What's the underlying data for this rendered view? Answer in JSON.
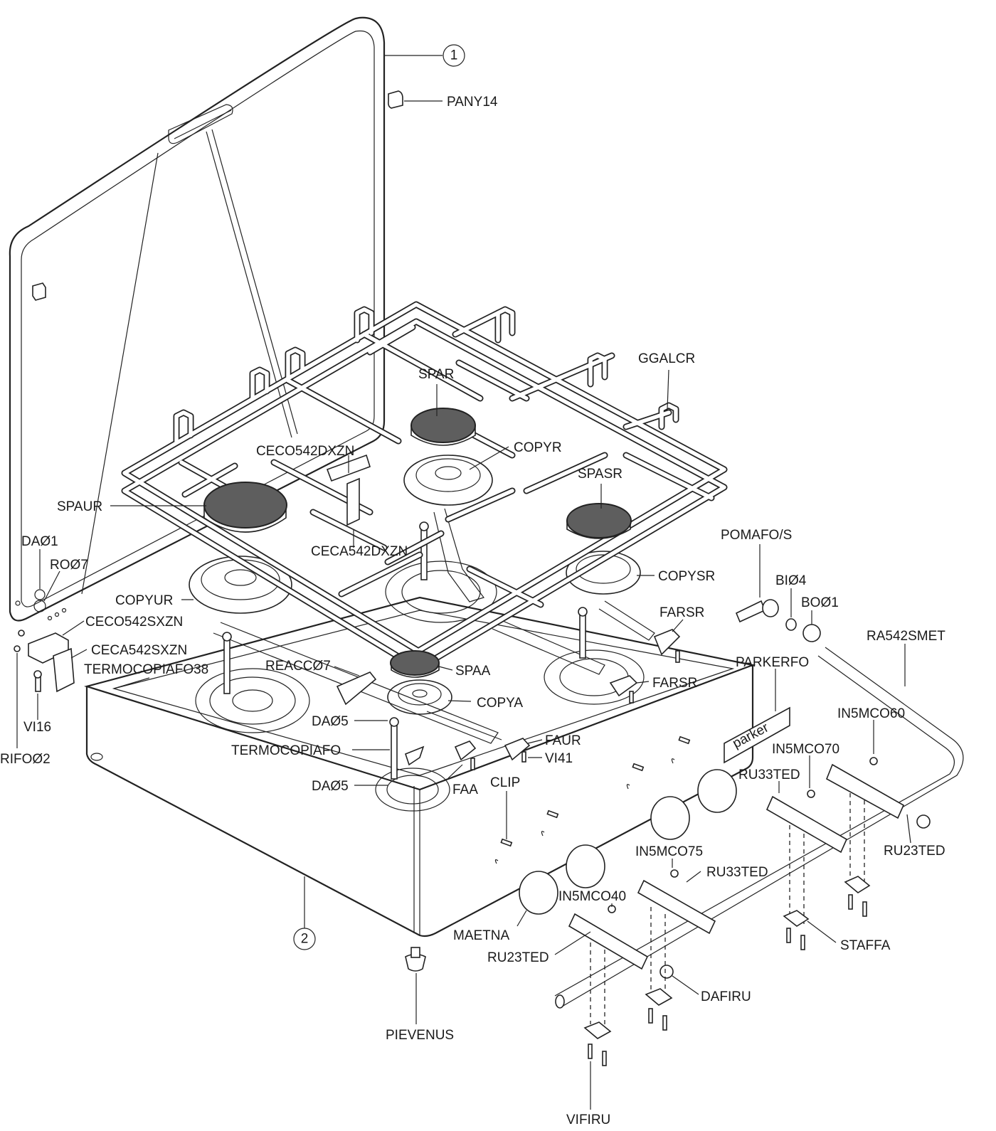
{
  "callouts": [
    "1",
    "2"
  ],
  "labels": {
    "pany14": "PANY14",
    "ggalcr": "GGALCR",
    "spar": "SPAR",
    "copyr": "COPYR",
    "ceco542dxzn": "CECO542DXZN",
    "spasr": "SPASR",
    "spaur": "SPAUR",
    "ceca542dxzn": "CECA542DXZN",
    "da1": "DAØ1",
    "ro7": "ROØ7",
    "copyur": "COPYUR",
    "copysr": "COPYSR",
    "pomafo": "POMAFO/S",
    "bi4": "BIØ4",
    "bo1": "BOØ1",
    "farsr_top": "FARSR",
    "ceco542sxzn": "CECO542SXZN",
    "ra542smet": "RA542SMET",
    "ceca542sxzn": "CECA542SXZN",
    "termo38": "TERMOCOPIAFO38",
    "reacc7": "REACCØ7",
    "spaa": "SPAA",
    "farsr_bottom": "FARSR",
    "parkerfo": "PARKERFO",
    "copya": "COPYA",
    "vi16": "VI16",
    "da5_top": "DAØ5",
    "in5mco60": "IN5MCO60",
    "faur": "FAUR",
    "termo": "TERMOCOPIAFO",
    "vi41": "VI41",
    "in5mco70": "IN5MCO70",
    "rifo2": "RIFOØ2",
    "ru33ted_top": "RU33TED",
    "clip": "CLIP",
    "da5_bottom": "DAØ5",
    "faa": "FAA",
    "ru23ted_right": "RU23TED",
    "in5mco75": "IN5MCO75",
    "ru33ted_mid": "RU33TED",
    "in5mco40": "IN5MCO40",
    "maetna": "MAETNA",
    "staffa": "STAFFA",
    "ru23ted_left": "RU23TED",
    "dafiru": "DAFIRU",
    "pievenus": "PIEVENUS",
    "vifiru": "VIFIRU"
  },
  "brand_plate": "parker"
}
